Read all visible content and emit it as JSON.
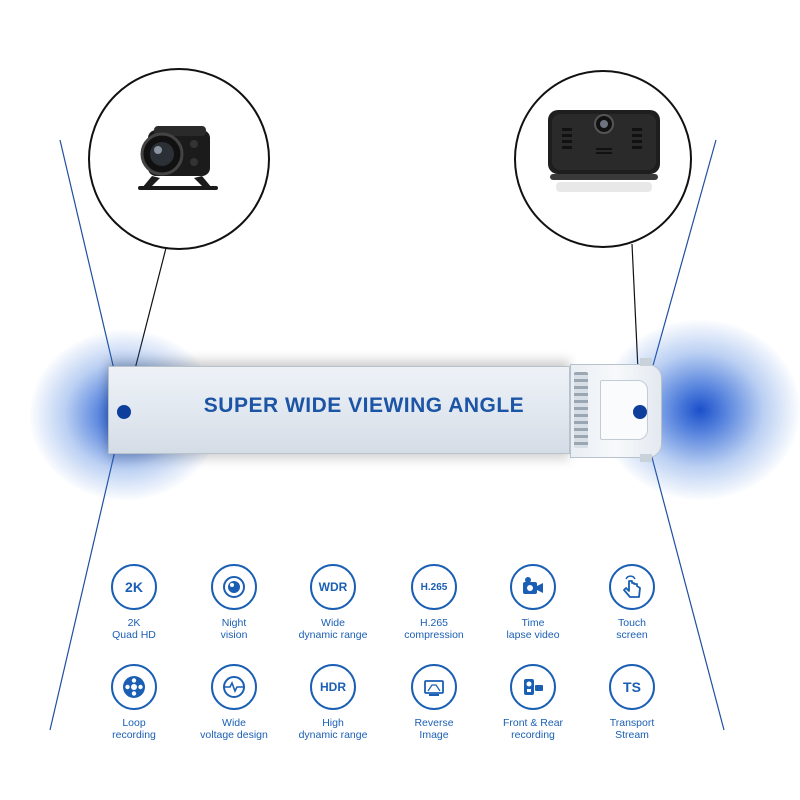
{
  "headline": "SUPER WIDE VIEWING ANGLE",
  "colors": {
    "accent": "#1a5fb4",
    "headline": "#1d55a6",
    "glow": "#0d3e9c"
  },
  "features": [
    {
      "label1": "2K",
      "label2": "Quad HD",
      "icon": "2k-icon",
      "icon_text": "2K"
    },
    {
      "label1": "Night",
      "label2": "vision",
      "icon": "night-vision-icon",
      "icon_text": ""
    },
    {
      "label1": "Wide",
      "label2": "dynamic range",
      "icon": "wdr-icon",
      "icon_text": "WDR"
    },
    {
      "label1": "H.265",
      "label2": "compression",
      "icon": "h265-icon",
      "icon_text": "H.265"
    },
    {
      "label1": "Time",
      "label2": "lapse video",
      "icon": "video-camera-icon",
      "icon_text": ""
    },
    {
      "label1": "Touch",
      "label2": "screen",
      "icon": "touch-hand-icon",
      "icon_text": ""
    },
    {
      "label1": "Loop",
      "label2": "recording",
      "icon": "loop-recording-icon",
      "icon_text": ""
    },
    {
      "label1": "Wide",
      "label2": "voltage design",
      "icon": "voltage-icon",
      "icon_text": ""
    },
    {
      "label1": "High",
      "label2": "dynamic range",
      "icon": "hdr-icon",
      "icon_text": "HDR"
    },
    {
      "label1": "Reverse",
      "label2": "Image",
      "icon": "reverse-image-icon",
      "icon_text": ""
    },
    {
      "label1": "Front & Rear",
      "label2": "recording",
      "icon": "front-rear-camera-icon",
      "icon_text": ""
    },
    {
      "label1": "Transport",
      "label2": "Stream",
      "icon": "ts-icon",
      "icon_text": "TS"
    }
  ]
}
